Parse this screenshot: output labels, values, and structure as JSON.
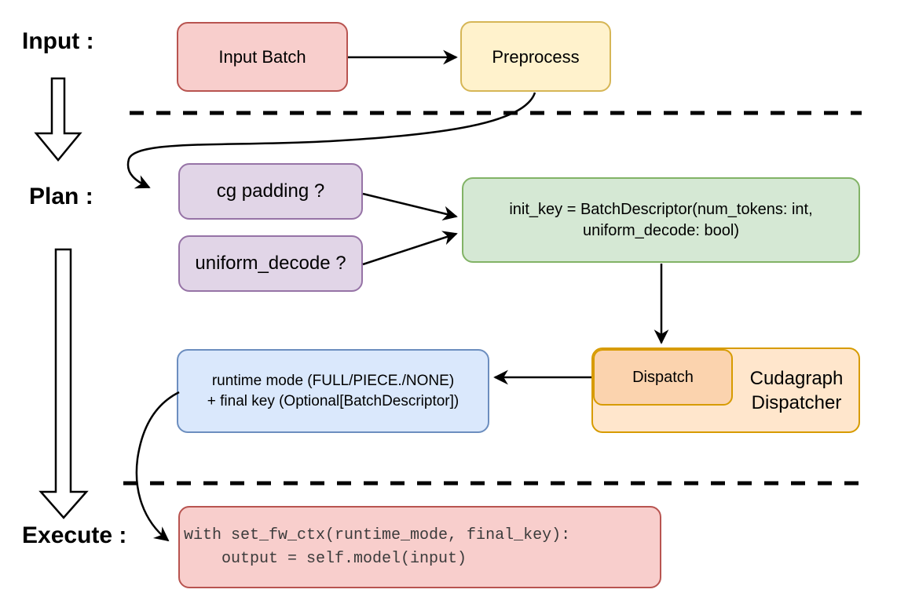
{
  "diagram": {
    "stages": {
      "input": "Input :",
      "plan": "Plan :",
      "execute": "Execute :"
    },
    "nodes": {
      "input_batch": {
        "label": "Input Batch",
        "fill": "#f8cecc",
        "border": "#b85450"
      },
      "preprocess": {
        "label": "Preprocess",
        "fill": "#fff2cc",
        "border": "#d6b656"
      },
      "cg_padding": {
        "label": "cg padding ?",
        "fill": "#e1d5e7",
        "border": "#9673a6"
      },
      "uniform_decode": {
        "label": "uniform_decode ?",
        "fill": "#e1d5e7",
        "border": "#9673a6"
      },
      "init_key": {
        "line1": "init_key = BatchDescriptor(num_tokens: int,",
        "line2": "uniform_decode: bool)",
        "fill": "#d5e8d4",
        "border": "#82b366"
      },
      "dispatch": {
        "label": "Dispatch",
        "fill": "#fbd3ae",
        "border": "#d79b00"
      },
      "cudagraph_dispatcher": {
        "line1": "Cudagraph",
        "line2": "Dispatcher",
        "fill": "#ffe6cc",
        "border": "#d79b00"
      },
      "runtime_mode": {
        "line1": "runtime mode (FULL/PIECE./NONE)",
        "line2": "+ final key (Optional[BatchDescriptor])",
        "fill": "#dae8fc",
        "border": "#6c8ebf"
      },
      "execute_code": {
        "line1": "with set_fw_ctx(runtime_mode, final_key):",
        "line2": "    output = self.model(input)",
        "fill": "#f8cecc",
        "border": "#b85450"
      }
    },
    "connector_color": "#000000"
  }
}
